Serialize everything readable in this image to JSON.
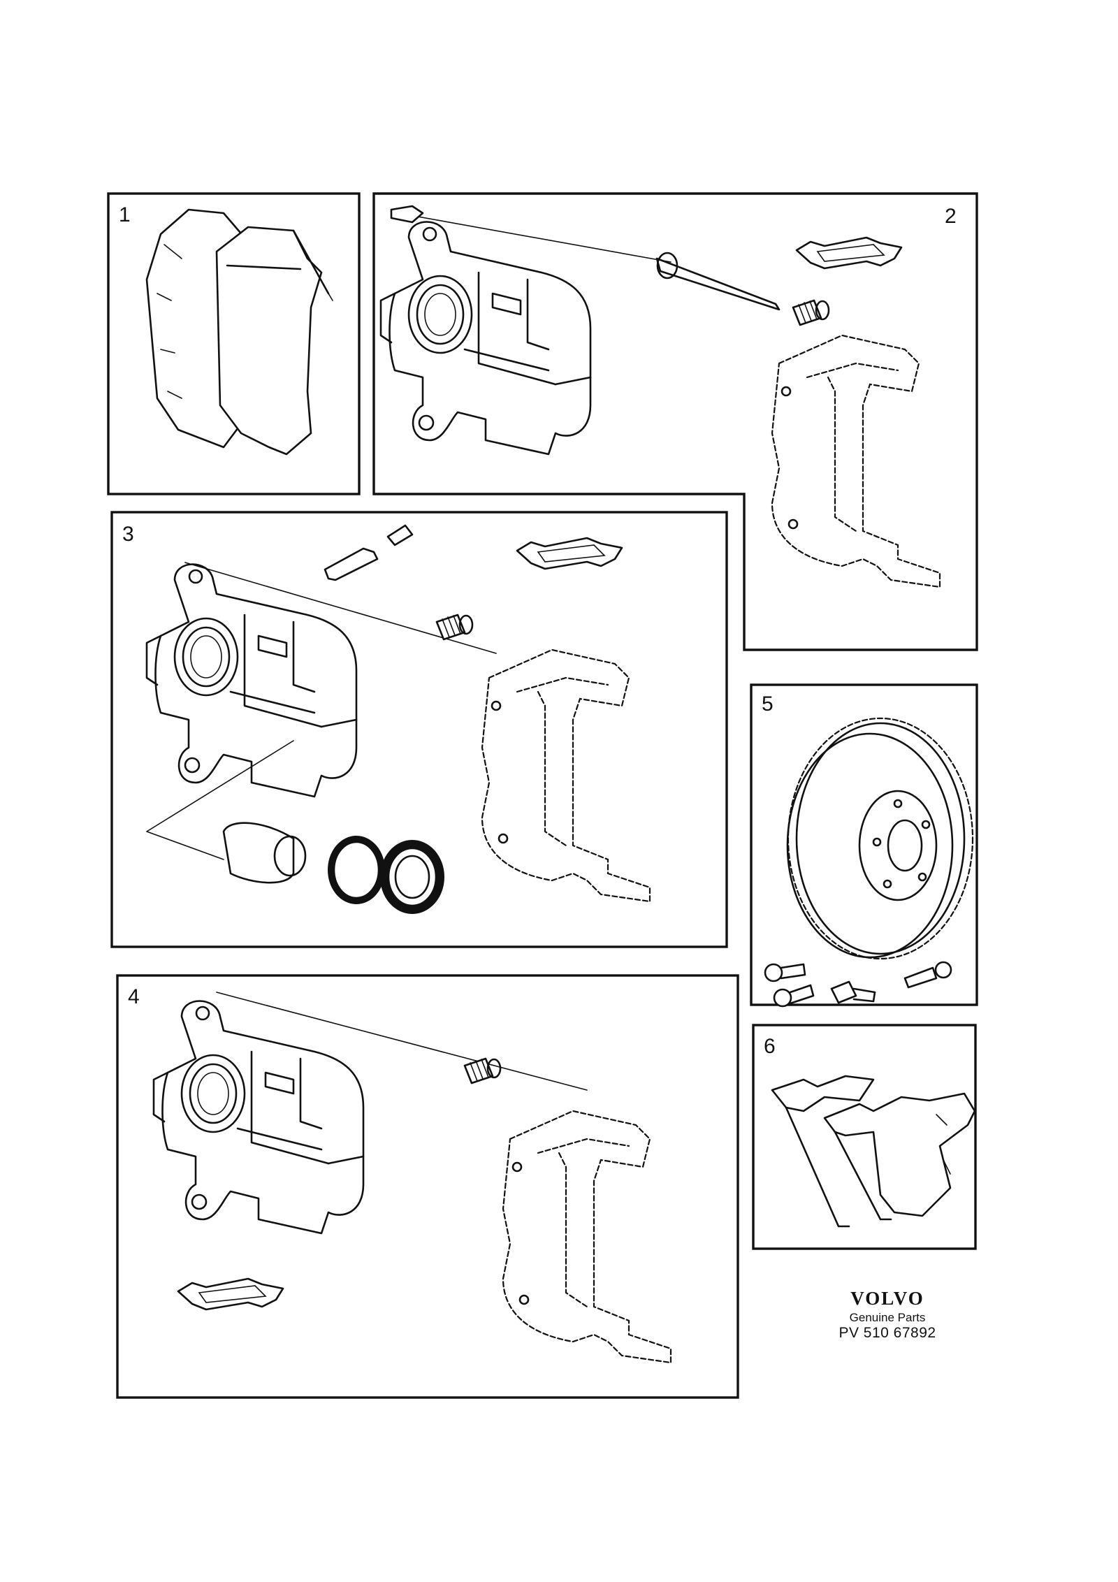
{
  "panels": [
    {
      "number": "1"
    },
    {
      "number": "2"
    },
    {
      "number": "3"
    },
    {
      "number": "4"
    },
    {
      "number": "5"
    },
    {
      "number": "6"
    }
  ],
  "footer": {
    "brand": "VOLVO",
    "subtitle": "Genuine Parts",
    "code": "PV 510 67892"
  },
  "colors": {
    "ink": "#111111",
    "paper": "#ffffff"
  }
}
